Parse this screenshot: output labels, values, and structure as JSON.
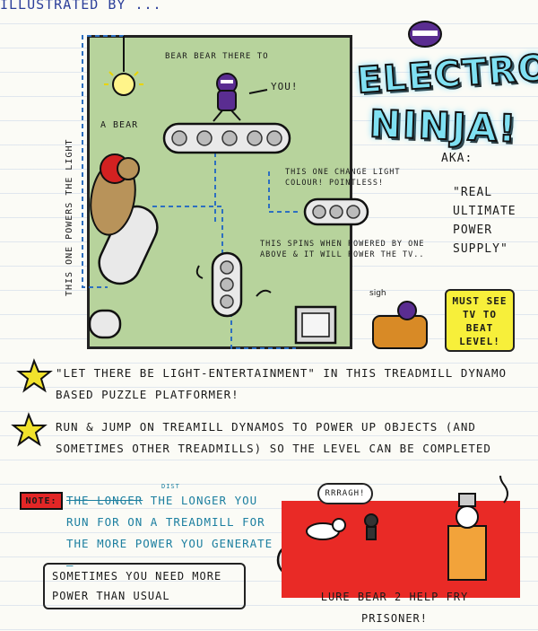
{
  "header": {
    "scribble": "Illustrated by ...",
    "title_line1": "ELECTRO",
    "title_line2": "NINJA!"
  },
  "aka": {
    "label": "AKA:",
    "value": "\"REAL ULTIMATE POWER SUPPLY\""
  },
  "level": {
    "label_top": "BEAR BEAR THERE TO",
    "you": "YOU!",
    "bear": "A BEAR",
    "vertical": "THIS ONE POWERS THE LIGHT",
    "change_colour": "THIS ONE CHANGE LIGHT COLOUR! POINTLESS!",
    "spins": "THIS SPINS WHEN POWERED BY ONE ABOVE & IT WILL POWER THE TV..",
    "sigh": "sigh"
  },
  "must_see": "MUST SEE TV TO BEAT LEVEL!",
  "bullets": [
    "\"LET THERE BE LIGHT-ENTERTAINMENT\" IN THIS TREADMILL DYNAMO BASED PUZZLE PLATFORMER!",
    "RUN & JUMP ON TREAMILL DYNAMOS TO POWER UP OBJECTS (AND SOMETIMES OTHER TREADMILLS) SO THE LEVEL CAN BE COMPLETED"
  ],
  "note": {
    "tag": "NOTE:",
    "struck": "THE LONGER",
    "text_after": " THE LONGER YOU RUN FOR ON A TREADMILL FOR THE MORE POWER YOU GENERATE —",
    "small": "DIST"
  },
  "boxed": "SOMETIMES YOU NEED MORE POWER THAN USUAL",
  "speech": "RRRAGH!",
  "lure": "LURE BEAR 2 HELP FRY PRISONER!",
  "colors": {
    "level_bg": "#b7d39c",
    "title_cyan": "#7fe0f2",
    "red_panel": "#e92a26",
    "note_yellow": "#f7ef3a"
  }
}
